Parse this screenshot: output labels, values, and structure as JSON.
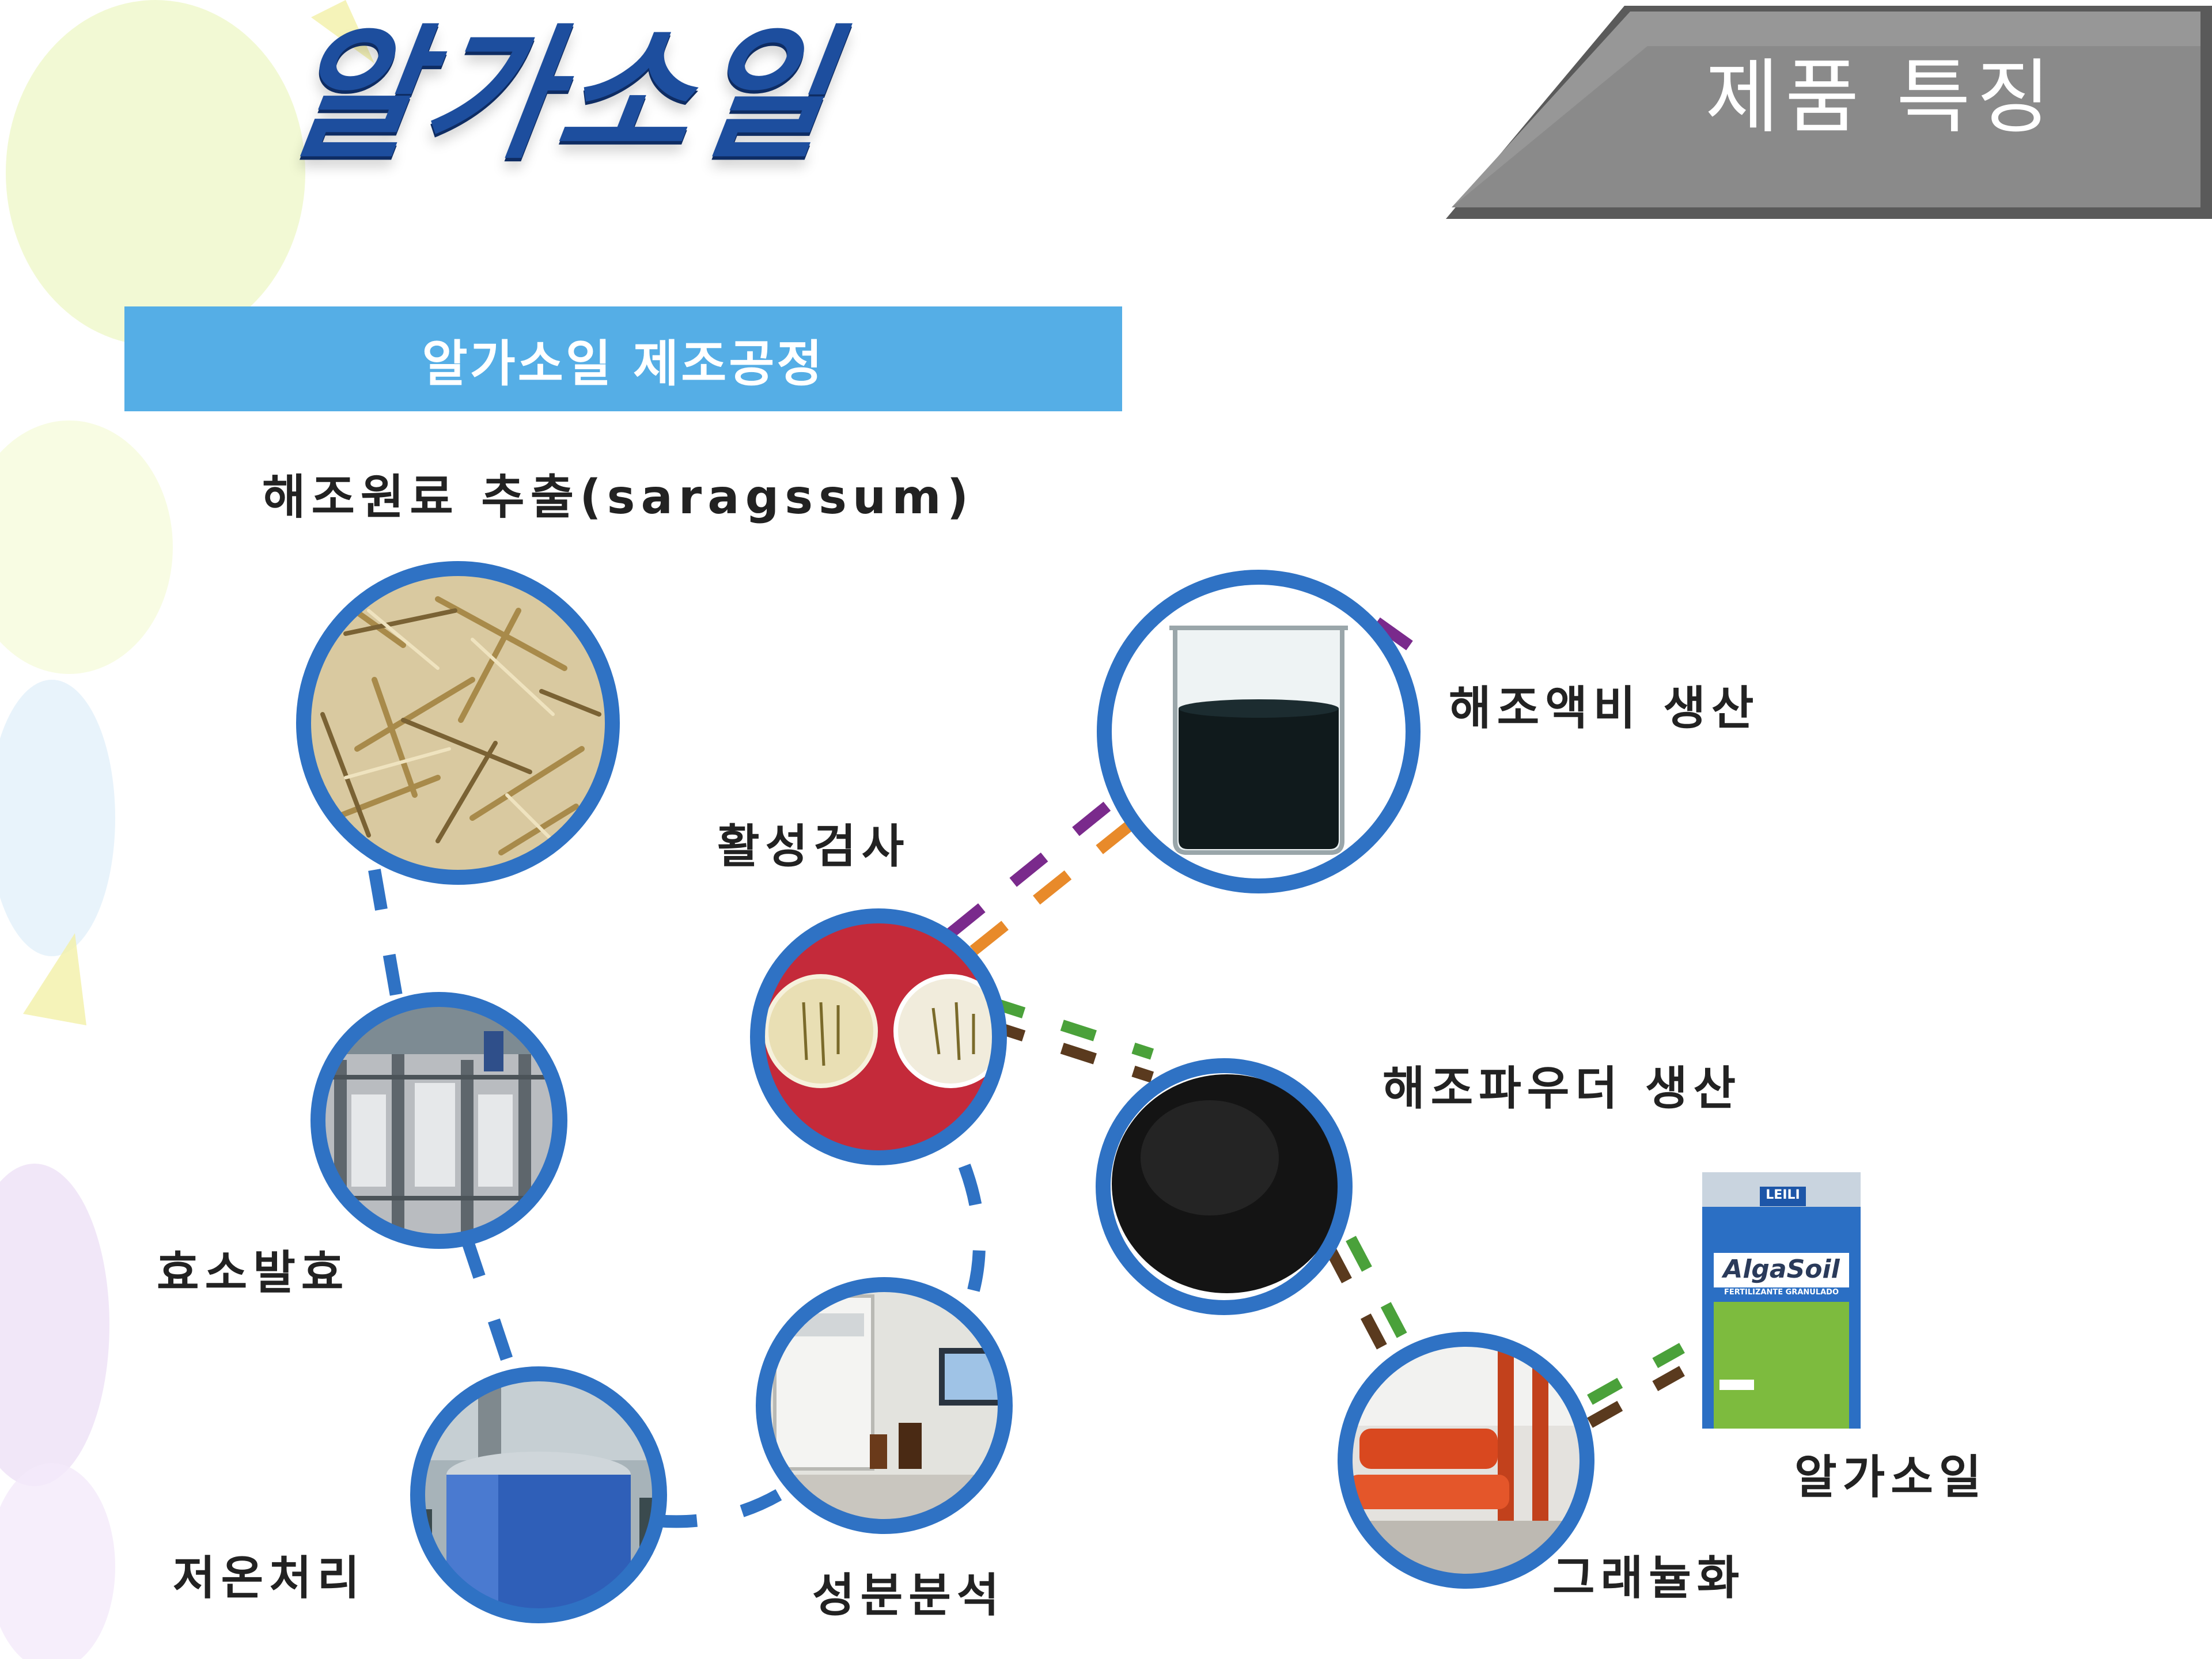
{
  "header": {
    "title": "알가소일",
    "badge": "제품 특징"
  },
  "banner": {
    "text": "알가소일 제조공정"
  },
  "steps": [
    {
      "label": "해조원료 추출(saragssum)",
      "image": "seaweed-raw-photo"
    },
    {
      "label": "효소발효",
      "image": "fermentation-plant-photo"
    },
    {
      "label": "저온처리",
      "image": "low-temp-tank-photo"
    },
    {
      "label": "성분분석",
      "image": "lab-analysis-photo"
    },
    {
      "label": "활성검사",
      "image": "petri-dish-photo"
    },
    {
      "label": "해조액비 생산",
      "image": "liquid-fertilizer-beaker-photo"
    },
    {
      "label": "해조파우더 생산",
      "image": "seaweed-powder-photo"
    },
    {
      "label": "그래뉼화",
      "image": "granulation-machine-photo"
    },
    {
      "label": "알가소일",
      "image": "algasoil-bag-photo"
    }
  ],
  "product_bag": {
    "brand": "LEILI",
    "name": "AlgaSoil",
    "subtitle": "FERTILIZANTE GRANULADO"
  },
  "colors": {
    "circle_border": "#2f72c4",
    "banner": "#55aee6",
    "title": "#1d4e9e",
    "badge": "#8a8a8a",
    "dash_purple": "#7a2a8c",
    "dash_orange": "#e88a2a",
    "dash_brown": "#5a3a1e",
    "dash_green": "#4aa13a"
  }
}
